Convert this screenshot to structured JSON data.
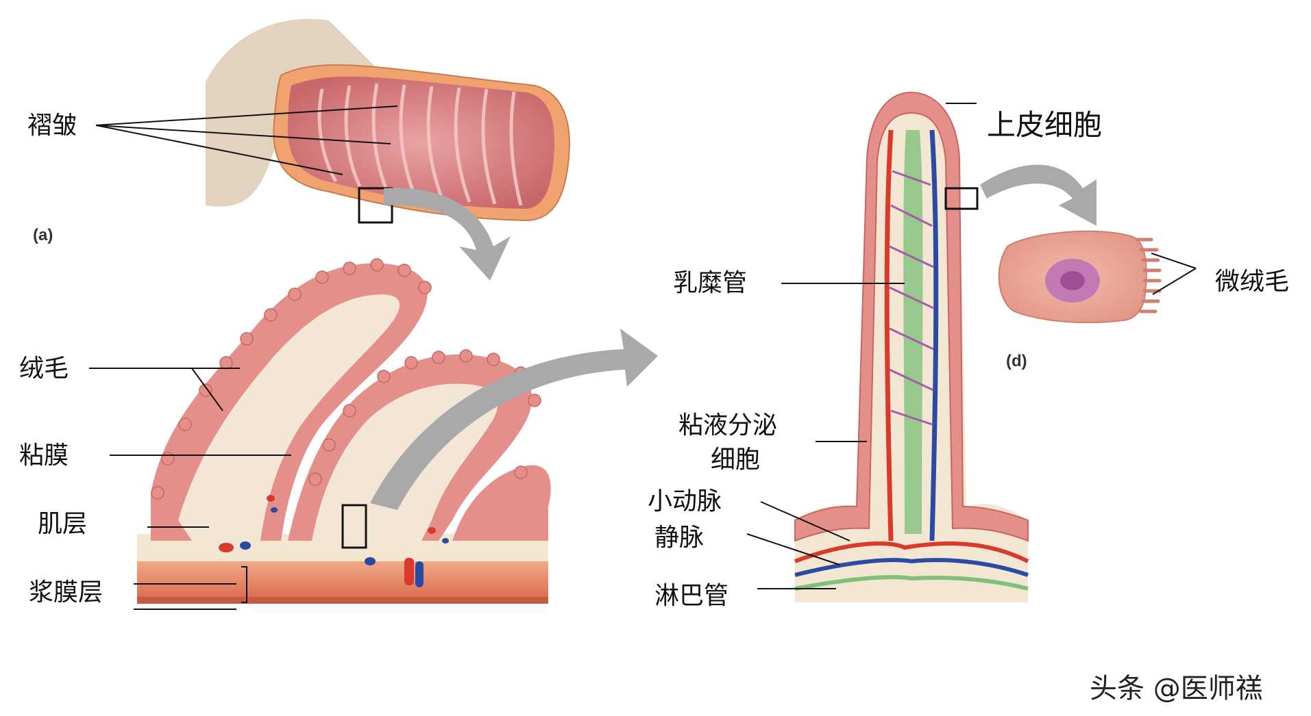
{
  "labels": {
    "folds": "褶皱",
    "villi": "绒毛",
    "mucosa": "粘膜",
    "muscle": "肌层",
    "serosa": "浆膜层",
    "epithelial": "上皮细胞",
    "lacteal": "乳糜管",
    "goblet_1": "粘液分泌",
    "goblet_2": "细胞",
    "arteriole": "小动脉",
    "vein": "静脉",
    "lymph": "淋巴管",
    "microvilli": "微绒毛"
  },
  "panels": {
    "a": "(a)",
    "d": "(d)"
  },
  "watermark": "头条 @医师禚",
  "colors": {
    "tissue": "#e48f8a",
    "tissue_dark": "#c96561",
    "lumen": "#f4e6d6",
    "artery": "#d93a2b",
    "vein": "#2b4aa3",
    "lymph": "#7fc07a",
    "arrow": "#a9a9a9"
  }
}
